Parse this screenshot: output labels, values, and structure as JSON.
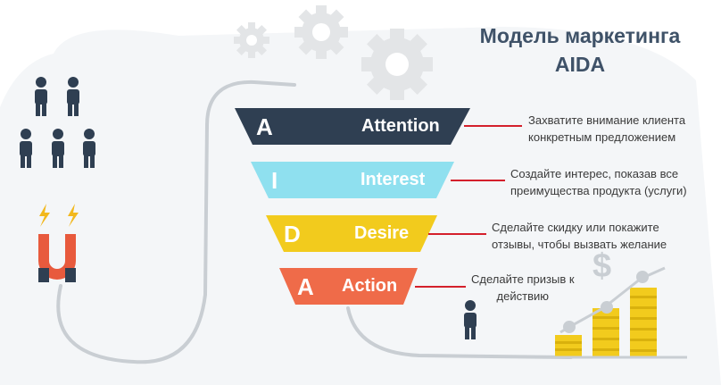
{
  "title": {
    "line1": "Модель маркетинга",
    "line2": "AIDA"
  },
  "tiers": [
    {
      "letter": "A",
      "word": "Attention",
      "color": "#2f3f52",
      "desc_line1": "Захватите внимание клиента",
      "desc_line2": "конкретным предложением"
    },
    {
      "letter": "I",
      "word": "Interest",
      "color": "#8fe0ef",
      "desc_line1": "Создайте интерес, показав все",
      "desc_line2": "преимущества продукта (услуги)"
    },
    {
      "letter": "D",
      "word": "Desire",
      "color": "#f2cb1d",
      "desc_line1": "Сделайте скидку или покажите",
      "desc_line2": "отзывы, чтобы вызвать желание"
    },
    {
      "letter": "A",
      "word": "Action",
      "color": "#ef6b49",
      "desc_line1": "Сделайте призыв к",
      "desc_line2": "действию"
    }
  ],
  "icons": {
    "people": "people-group-icon",
    "magnet": "magnet-icon",
    "gears": "gear-icon",
    "person": "person-icon",
    "growth": "growth-chart-icon",
    "dollar": "$"
  },
  "colors": {
    "connector": "#d4202c",
    "path": "#c9ced3",
    "dark": "#2f3f52",
    "gold": "#f2cb1d",
    "magnet_red": "#e85a3d",
    "spark": "#f2b81d"
  }
}
